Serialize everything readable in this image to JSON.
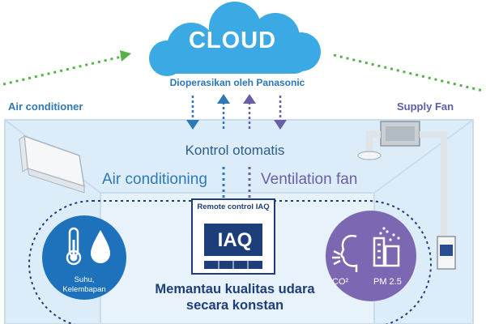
{
  "cloud": {
    "title": "CLOUD",
    "subtitle": "Dioperasikan oleh Panasonic"
  },
  "labels": {
    "air_conditioner": "Air conditioner",
    "supply_fan": "Supply Fan",
    "kontrol": "Kontrol otomatis",
    "air_conditioning": "Air conditioning",
    "ventilation_fan": "Ventilation fan"
  },
  "remote": {
    "title": "Remote control IAQ",
    "display": "IAQ"
  },
  "sensors": {
    "left_label": "Suhu, Kelembapan",
    "co2": "CO²",
    "pm": "PM 2.5"
  },
  "monitor": {
    "line1": "Memantau kualitas udara",
    "line2": "secara konstan"
  },
  "colors": {
    "room_fill": "#dcedf9",
    "room_border": "#c5dbea",
    "cloud": "#3aa9e4",
    "blue_circle": "#1e71bb",
    "purple_circle": "#7c67b2",
    "green_dash": "#57b04a",
    "navy": "#1e3e7a"
  }
}
